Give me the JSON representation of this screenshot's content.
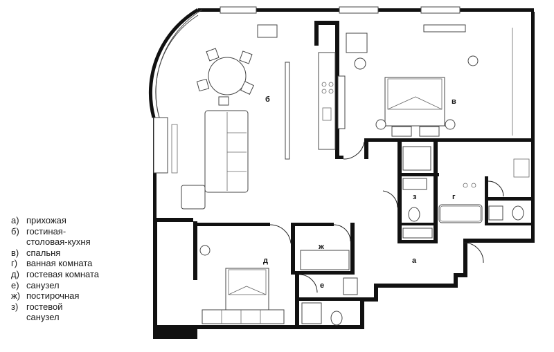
{
  "legend": [
    {
      "key": "а)",
      "text": "прихожая"
    },
    {
      "key": "б)",
      "text": "гостиная-\nстоловая-кухня"
    },
    {
      "key": "в)",
      "text": "спальня"
    },
    {
      "key": "г)",
      "text": "ванная комната"
    },
    {
      "key": "д)",
      "text": "гостевая комната"
    },
    {
      "key": "е)",
      "text": "санузел"
    },
    {
      "key": "ж)",
      "text": "постирочная"
    },
    {
      "key": "з)",
      "text": "гостевой\nсанузел"
    }
  ],
  "rooms": {
    "a": "а",
    "b": "б",
    "v": "в",
    "g": "г",
    "d": "д",
    "e": "е",
    "zh": "ж",
    "z": "з"
  }
}
